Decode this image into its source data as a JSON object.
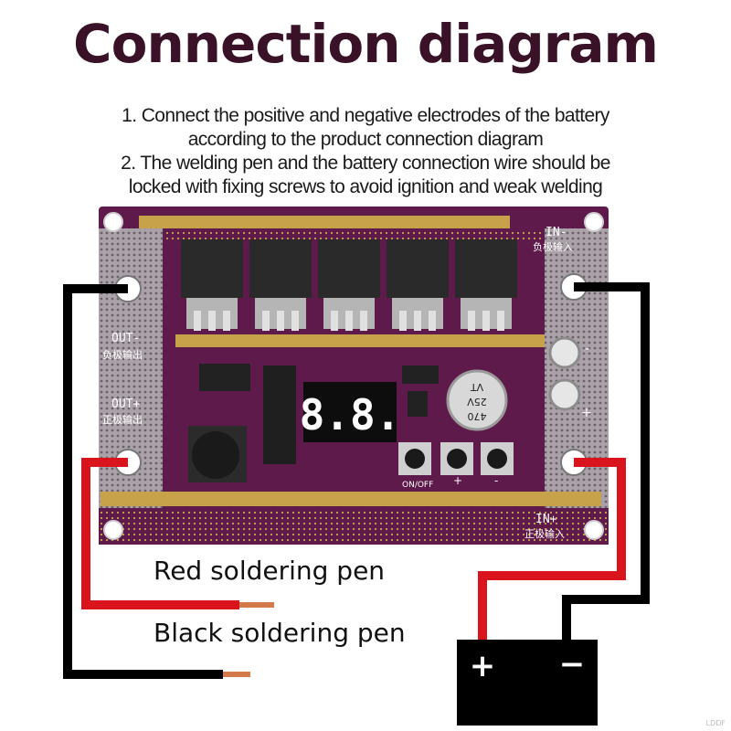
{
  "title": "Connection diagram",
  "instructions": [
    "1. Connect the positive and negative electrodes of the battery",
    "according to the product connection diagram",
    "2. The welding pen and the battery connection wire should be",
    "locked with fixing screws to avoid ignition and weak welding"
  ],
  "board": {
    "in_minus": "IN-",
    "in_minus_cn": "负极输入",
    "in_plus": "IN+",
    "in_plus_cn": "正极输入",
    "out_minus": "OUT-",
    "out_minus_cn": "负极输出",
    "out_plus": "OUT+",
    "out_plus_cn": "正极输出",
    "display": "8.8.",
    "capacitor": [
      "470",
      "25V",
      "VT"
    ],
    "button_label": "ON/OFF",
    "button_plus": "+",
    "button_minus": "-",
    "terminal_minus": "-",
    "terminal_plus": "+"
  },
  "labels": {
    "red_pen": "Red soldering pen",
    "black_pen": "Black soldering pen"
  },
  "battery": {
    "plus": "+",
    "minus": "−"
  },
  "watermark": "LDDF",
  "colors": {
    "board": "#5e1a4a",
    "board_dark": "#3d0f30",
    "red_wire": "#d9141c",
    "black_wire": "#000000",
    "title": "#3a1228",
    "gold": "#c8a24a"
  }
}
